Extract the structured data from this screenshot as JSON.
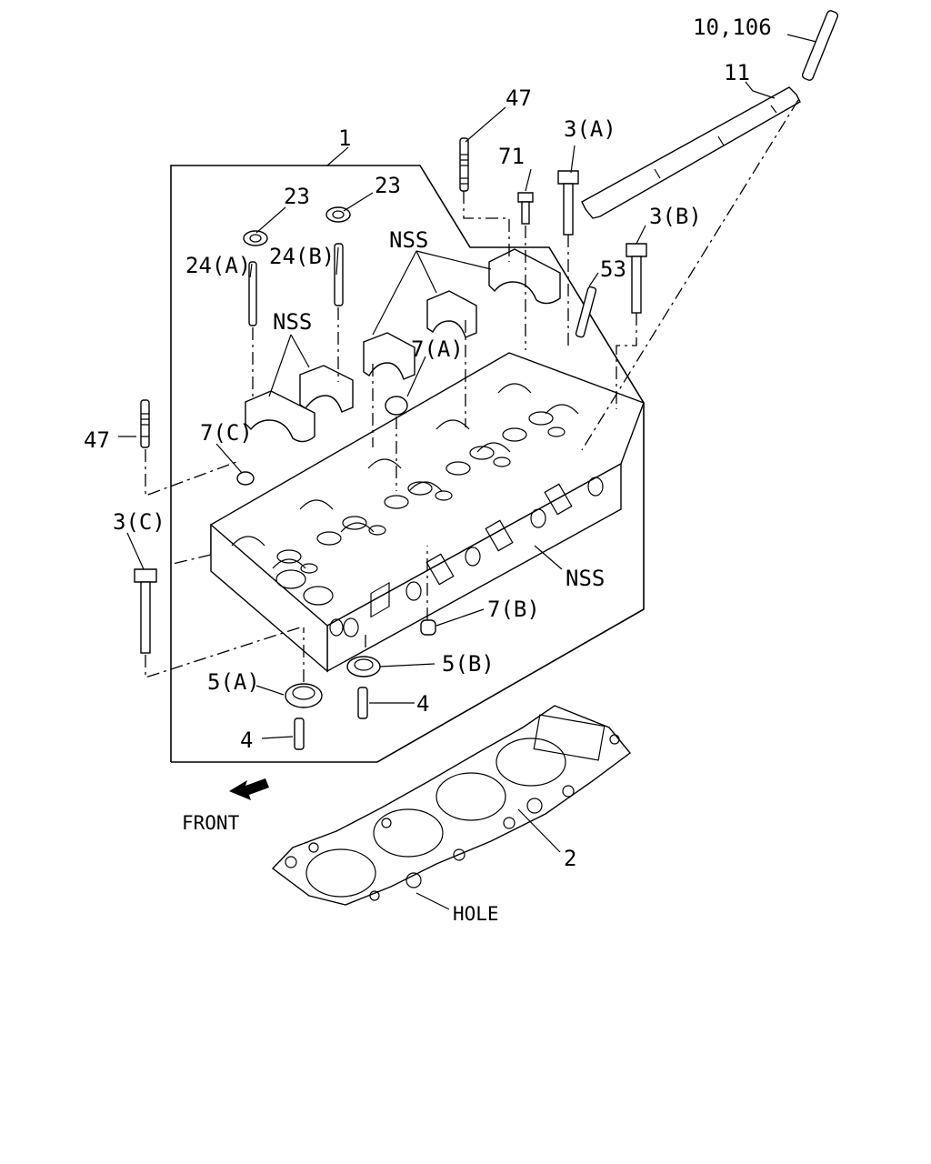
{
  "labels": {
    "glow_plug": "10,106",
    "connector_plate": "11",
    "stud_top": "47",
    "bolt_71": "71",
    "bolt_3a": "3(A)",
    "bolt_3b": "3(B)",
    "part_53": "53",
    "head_assembly": "1",
    "nut_23_left": "23",
    "nut_23_right": "23",
    "stud_24a": "24(A)",
    "stud_24b": "24(B)",
    "nss_top": "NSS",
    "nss_left": "NSS",
    "plug_7a": "7(A)",
    "stud_47_left": "47",
    "plug_7c": "7(C)",
    "bolt_3c": "3(C)",
    "nss_side": "NSS",
    "plug_7b": "7(B)",
    "seal_5b": "5(B)",
    "seal_5a": "5(A)",
    "pin_4_right": "4",
    "pin_4_left": "4",
    "front_arrow": "FRONT",
    "gasket_2": "2",
    "hole": "HOLE"
  },
  "icons": {
    "front": "front-arrow-icon"
  }
}
